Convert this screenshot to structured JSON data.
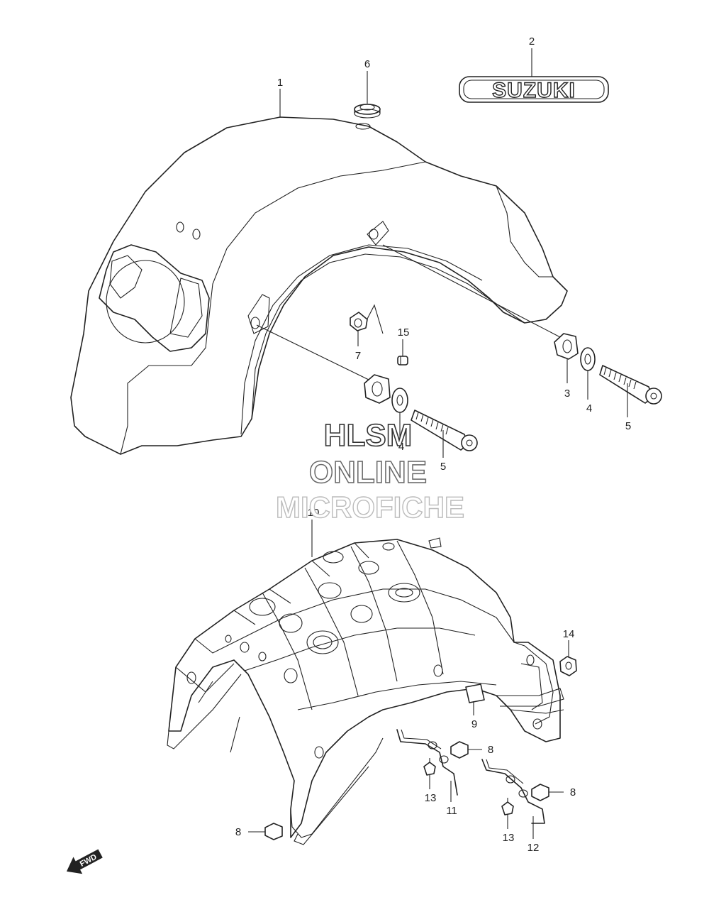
{
  "diagram": {
    "callouts": [
      {
        "id": "c1",
        "label": "1"
      },
      {
        "id": "c2",
        "label": "2"
      },
      {
        "id": "c3",
        "label": "3"
      },
      {
        "id": "c4a",
        "label": "4"
      },
      {
        "id": "c4b",
        "label": "4"
      },
      {
        "id": "c5a",
        "label": "5"
      },
      {
        "id": "c5b",
        "label": "5"
      },
      {
        "id": "c6",
        "label": "6"
      },
      {
        "id": "c7",
        "label": "7"
      },
      {
        "id": "c8a",
        "label": "8"
      },
      {
        "id": "c8b",
        "label": "8"
      },
      {
        "id": "c8c",
        "label": "8"
      },
      {
        "id": "c9",
        "label": "9"
      },
      {
        "id": "c10",
        "label": "10"
      },
      {
        "id": "c11",
        "label": "11"
      },
      {
        "id": "c12",
        "label": "12"
      },
      {
        "id": "c13a",
        "label": "13"
      },
      {
        "id": "c13b",
        "label": "13"
      },
      {
        "id": "c14",
        "label": "14"
      },
      {
        "id": "c15",
        "label": "15"
      }
    ],
    "emblem_text": "SUZUKI",
    "fwd_text": "FWD"
  },
  "watermark": {
    "line1": "HLSM",
    "line2": "ONLINE",
    "line3": "MICROFICHE"
  }
}
